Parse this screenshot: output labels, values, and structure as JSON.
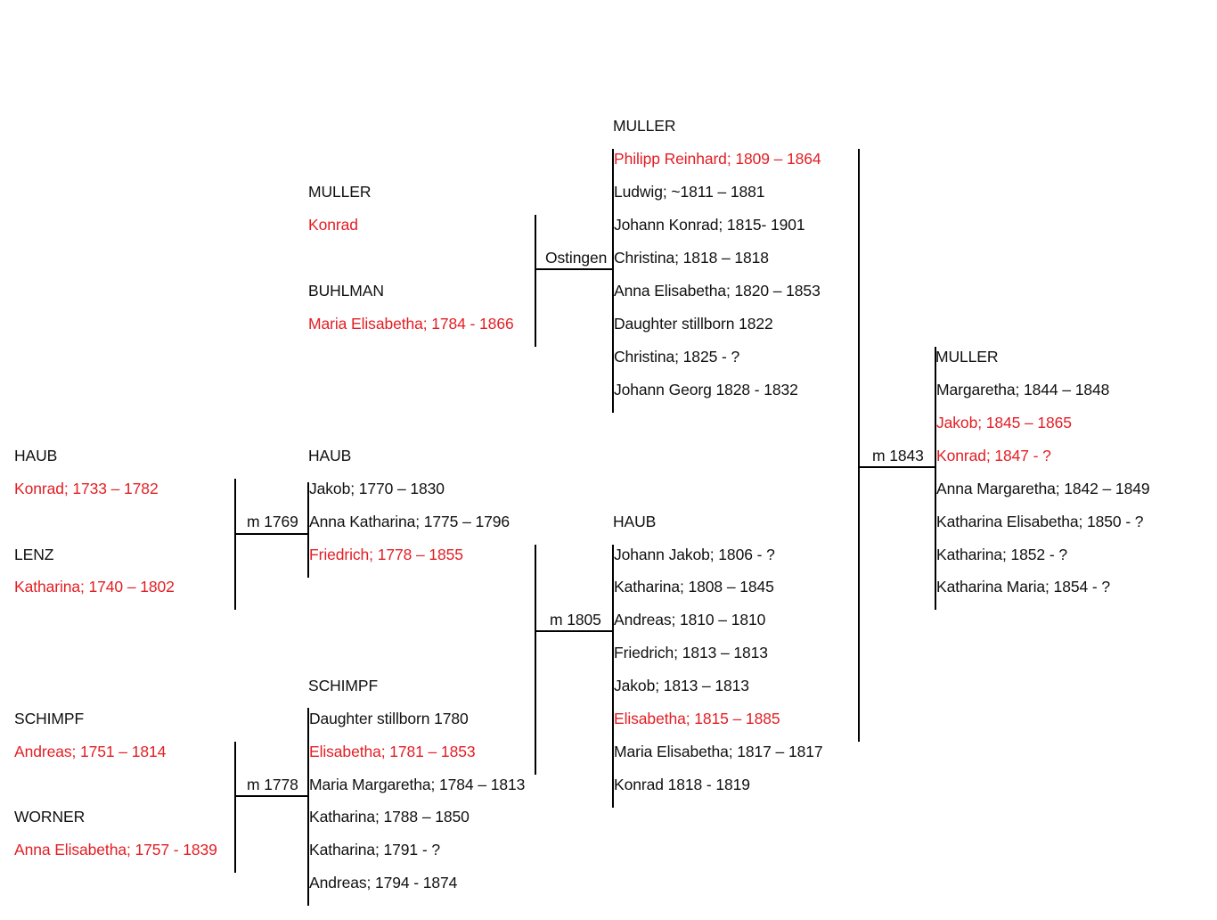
{
  "colors": {
    "text": "#111111",
    "highlight": "#e31e24",
    "line": "#000000"
  },
  "col1": {
    "haub_surname": "HAUB",
    "haub_person": "Konrad; 1733 – 1782",
    "lenz_surname": "LENZ",
    "lenz_person": "Katharina; 1740 – 1802",
    "schimpf_surname": "SCHIMPF",
    "schimpf_person": "Andreas; 1751 – 1814",
    "worner_surname": "WORNER",
    "worner_person": "Anna Elisabetha; 1757 - 1839"
  },
  "marriages": {
    "m1769": "m 1769",
    "m1778": "m 1778",
    "ostingen": "Ostingen",
    "m1805": "m 1805",
    "m1843": "m 1843"
  },
  "col2": {
    "muller_surname": "MULLER",
    "muller_person": "Konrad",
    "buhlman_surname": "BUHLMAN",
    "buhlman_person": "Maria Elisabetha; 1784 - 1866",
    "haub_surname": "HAUB",
    "haub_children": [
      "Jakob; 1770 – 1830",
      "Anna Katharina; 1775 – 1796",
      "Friedrich; 1778 – 1855"
    ],
    "schimpf_surname": "SCHIMPF",
    "schimpf_children": [
      "Daughter stillborn 1780",
      "Elisabetha; 1781 – 1853",
      "Maria Margaretha; 1784 – 1813",
      "Katharina; 1788 – 1850",
      "Katharina; 1791 - ?",
      "Andreas; 1794 - 1874"
    ]
  },
  "col3": {
    "muller_surname": "MULLER",
    "muller_children": [
      "Philipp Reinhard; 1809 – 1864",
      "Ludwig; ~1811 – 1881",
      "Johann Konrad; 1815- 1901",
      "Christina; 1818 – 1818",
      "Anna Elisabetha; 1820 – 1853",
      "Daughter stillborn 1822",
      "Christina; 1825 - ?",
      "Johann Georg 1828 - 1832"
    ],
    "haub_surname": "HAUB",
    "haub_children": [
      "Johann Jakob; 1806 - ?",
      "Katharina; 1808 – 1845",
      "Andreas; 1810 – 1810",
      "Friedrich; 1813 – 1813",
      "Jakob; 1813 – 1813",
      "Elisabetha; 1815 – 1885",
      "Maria Elisabetha; 1817 – 1817",
      "Konrad 1818 - 1819"
    ]
  },
  "col4": {
    "muller_surname": "MULLER",
    "muller_children": [
      "Margaretha; 1844 – 1848",
      "Jakob; 1845 – 1865",
      "Konrad; 1847 - ?",
      "Anna Margaretha; 1842 – 1849",
      "Katharina Elisabetha; 1850 - ?",
      "Katharina; 1852 - ?",
      "Katharina Maria; 1854 - ?"
    ]
  }
}
